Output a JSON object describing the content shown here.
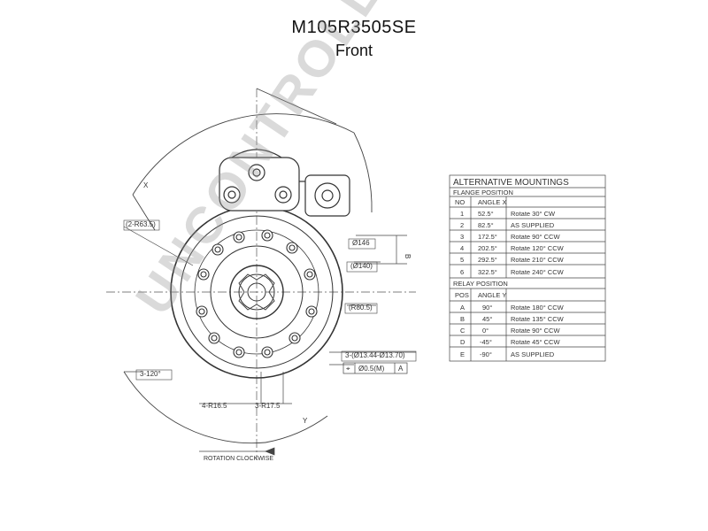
{
  "title": "M105R3505SE",
  "subtitle": "Front",
  "watermark": "UNCONTROLLED COPY",
  "table": {
    "header": "ALTERNATIVE MOUNTINGS",
    "flange_section": "FLANGE POSITION",
    "flange_columns": [
      "NO",
      "ANGLE X"
    ],
    "flange_rows": [
      {
        "no": "1",
        "angle": "52.5°",
        "note": "Rotate 30° CW"
      },
      {
        "no": "2",
        "angle": "82.5°",
        "note": "AS SUPPLIED"
      },
      {
        "no": "3",
        "angle": "172.5°",
        "note": "Rotate 90° CCW"
      },
      {
        "no": "4",
        "angle": "202.5°",
        "note": "Rotate 120° CCW"
      },
      {
        "no": "5",
        "angle": "292.5°",
        "note": "Rotate 210° CCW"
      },
      {
        "no": "6",
        "angle": "322.5°",
        "note": "Rotate 240° CCW"
      }
    ],
    "relay_section": "RELAY POSITION",
    "relay_columns": [
      "POS",
      "ANGLE Y"
    ],
    "relay_rows": [
      {
        "pos": "A",
        "angle": "90°",
        "note": "Rotate 180° CCW"
      },
      {
        "pos": "B",
        "angle": "45°",
        "note": "Rotate 135° CCW"
      },
      {
        "pos": "C",
        "angle": "0°",
        "note": "Rotate 90° CCW"
      },
      {
        "pos": "D",
        "angle": "-45°",
        "note": "Rotate 45° CCW"
      },
      {
        "pos": "E",
        "angle": "-90°",
        "note": "AS SUPPLIED"
      }
    ]
  },
  "dimensions": {
    "r635": "(2-R63.5)",
    "d146": "Ø146",
    "d140": "(Ø140)",
    "r805": "(R80.5)",
    "holes": "3-(Ø13.44-Ø13.70)",
    "tolerance_symbol": "⌖",
    "tolerance_value": "Ø0.5(M)",
    "datum": "A",
    "angle120": "3-120°",
    "r165": "4-R16.5",
    "r175": "3-R17.5",
    "rotation": "ROTATION CLOCKWISE",
    "side": "B",
    "x_label": "X",
    "y_label": "Y"
  }
}
